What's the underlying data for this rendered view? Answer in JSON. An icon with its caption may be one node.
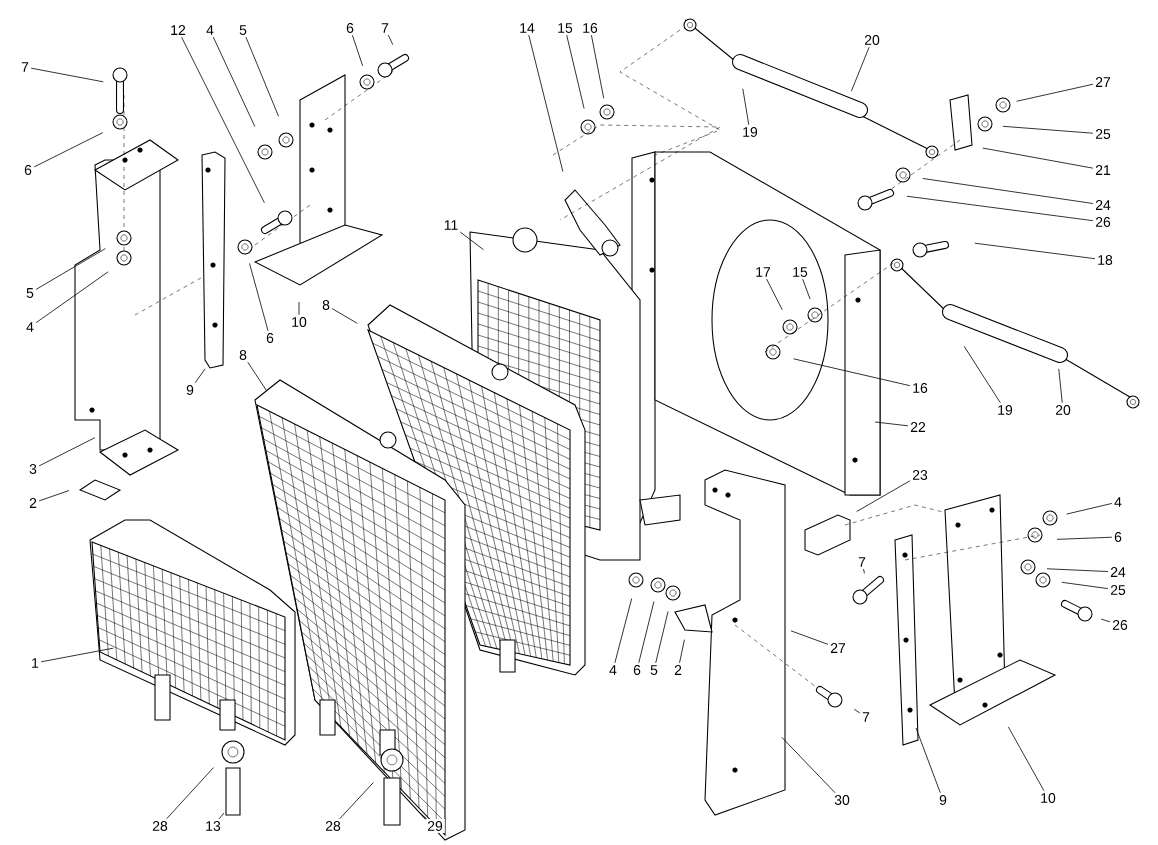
{
  "diagram": {
    "nodes": [
      {
        "text": [
          "7"
        ]
      },
      {
        "text": [
          "6"
        ]
      },
      {
        "text": [
          "5"
        ]
      },
      {
        "text": [
          "4"
        ]
      },
      {
        "text": [
          "3"
        ]
      },
      {
        "text": [
          "2"
        ]
      },
      {
        "text": [
          "1"
        ]
      },
      {
        "text": [
          "28"
        ]
      },
      {
        "text": [
          "13"
        ]
      },
      {
        "text": [
          "28"
        ]
      },
      {
        "text": [
          "29"
        ]
      },
      {
        "text": [
          "12"
        ]
      },
      {
        "text": [
          "4"
        ]
      },
      {
        "text": [
          "5"
        ]
      },
      {
        "text": [
          "6"
        ]
      },
      {
        "text": [
          "10"
        ]
      },
      {
        "text": [
          "9"
        ]
      },
      {
        "text": [
          "6"
        ]
      },
      {
        "text": [
          "7"
        ]
      },
      {
        "text": [
          "8"
        ]
      },
      {
        "text": [
          "8"
        ]
      },
      {
        "text": [
          "11"
        ]
      },
      {
        "text": [
          "14"
        ]
      },
      {
        "text": [
          "15"
        ]
      },
      {
        "text": [
          "16"
        ]
      },
      {
        "text": [
          "19"
        ]
      },
      {
        "text": [
          "20"
        ]
      },
      {
        "text": [
          "27"
        ]
      },
      {
        "text": [
          "25"
        ]
      },
      {
        "text": [
          "21"
        ]
      },
      {
        "text": [
          "24"
        ]
      },
      {
        "text": [
          "26"
        ]
      },
      {
        "text": [
          "18"
        ]
      },
      {
        "text": [
          "17"
        ]
      },
      {
        "text": [
          "15"
        ]
      },
      {
        "text": [
          "16"
        ]
      },
      {
        "text": [
          "19"
        ]
      },
      {
        "text": [
          "20"
        ]
      },
      {
        "text": [
          "22"
        ]
      },
      {
        "text": [
          "23"
        ]
      },
      {
        "text": [
          "4"
        ]
      },
      {
        "text": [
          "6"
        ]
      },
      {
        "text": [
          "24"
        ]
      },
      {
        "text": [
          "25"
        ]
      },
      {
        "text": [
          "26"
        ]
      },
      {
        "text": [
          "7"
        ]
      },
      {
        "text": [
          "27"
        ]
      },
      {
        "text": [
          "7"
        ]
      },
      {
        "text": [
          "30"
        ]
      },
      {
        "text": [
          "9"
        ]
      },
      {
        "text": [
          "10"
        ]
      },
      {
        "text": [
          "4"
        ]
      },
      {
        "text": [
          "6"
        ]
      },
      {
        "text": [
          "5"
        ]
      },
      {
        "text": [
          "2"
        ]
      }
    ],
    "edges": [
      {
        "from": 0,
        "to": null,
        "arrow": "none"
      },
      {
        "from": 1,
        "to": null,
        "arrow": "none"
      },
      {
        "from": 2,
        "to": null,
        "arrow": "none"
      },
      {
        "from": 3,
        "to": null,
        "arrow": "none"
      },
      {
        "from": 4,
        "to": null,
        "arrow": "none"
      },
      {
        "from": 5,
        "to": null,
        "arrow": "none"
      },
      {
        "from": 6,
        "to": null,
        "arrow": "none"
      },
      {
        "from": 7,
        "to": null,
        "arrow": "none"
      },
      {
        "from": 8,
        "to": null,
        "arrow": "none"
      },
      {
        "from": 9,
        "to": null,
        "arrow": "none"
      },
      {
        "from": 10,
        "to": null,
        "arrow": "none"
      },
      {
        "from": 11,
        "to": null,
        "arrow": "none"
      },
      {
        "from": 12,
        "to": null,
        "arrow": "none"
      },
      {
        "from": 13,
        "to": null,
        "arrow": "none"
      },
      {
        "from": 14,
        "to": null,
        "arrow": "none"
      },
      {
        "from": 15,
        "to": null,
        "arrow": "none"
      },
      {
        "from": 16,
        "to": null,
        "arrow": "none"
      },
      {
        "from": 17,
        "to": null,
        "arrow": "none"
      },
      {
        "from": 18,
        "to": null,
        "arrow": "none"
      },
      {
        "from": 19,
        "to": null,
        "arrow": "none"
      },
      {
        "from": 20,
        "to": null,
        "arrow": "none"
      },
      {
        "from": 21,
        "to": null,
        "arrow": "none"
      },
      {
        "from": 22,
        "to": null,
        "arrow": "none"
      },
      {
        "from": 23,
        "to": null,
        "arrow": "none"
      },
      {
        "from": 24,
        "to": null,
        "arrow": "none"
      },
      {
        "from": 25,
        "to": null,
        "arrow": "none"
      },
      {
        "from": 26,
        "to": null,
        "arrow": "none"
      },
      {
        "from": 27,
        "to": null,
        "arrow": "none"
      },
      {
        "from": 28,
        "to": null,
        "arrow": "none"
      },
      {
        "from": 29,
        "to": null,
        "arrow": "none"
      },
      {
        "from": 30,
        "to": null,
        "arrow": "none"
      },
      {
        "from": 31,
        "to": null,
        "arrow": "none"
      },
      {
        "from": 32,
        "to": null,
        "arrow": "none"
      },
      {
        "from": 33,
        "to": null,
        "arrow": "none"
      },
      {
        "from": 34,
        "to": null,
        "arrow": "none"
      },
      {
        "from": 35,
        "to": null,
        "arrow": "none"
      },
      {
        "from": 36,
        "to": null,
        "arrow": "none"
      },
      {
        "from": 37,
        "to": null,
        "arrow": "none"
      },
      {
        "from": 38,
        "to": null,
        "arrow": "none"
      },
      {
        "from": 39,
        "to": null,
        "arrow": "none"
      },
      {
        "from": 40,
        "to": null,
        "arrow": "none"
      },
      {
        "from": 41,
        "to": null,
        "arrow": "none"
      },
      {
        "from": 42,
        "to": null,
        "arrow": "none"
      },
      {
        "from": 43,
        "to": null,
        "arrow": "none"
      },
      {
        "from": 44,
        "to": null,
        "arrow": "none"
      },
      {
        "from": 45,
        "to": null,
        "arrow": "none"
      },
      {
        "from": 46,
        "to": null,
        "arrow": "none"
      },
      {
        "from": 47,
        "to": null,
        "arrow": "none"
      },
      {
        "from": 48,
        "to": null,
        "arrow": "none"
      },
      {
        "from": 49,
        "to": null,
        "arrow": "none"
      },
      {
        "from": 50,
        "to": null,
        "arrow": "none"
      },
      {
        "from": 51,
        "to": null,
        "arrow": "none"
      },
      {
        "from": 52,
        "to": null,
        "arrow": "none"
      },
      {
        "from": 53,
        "to": null,
        "arrow": "none"
      },
      {
        "from": 54,
        "to": null,
        "arrow": "none"
      }
    ]
  }
}
